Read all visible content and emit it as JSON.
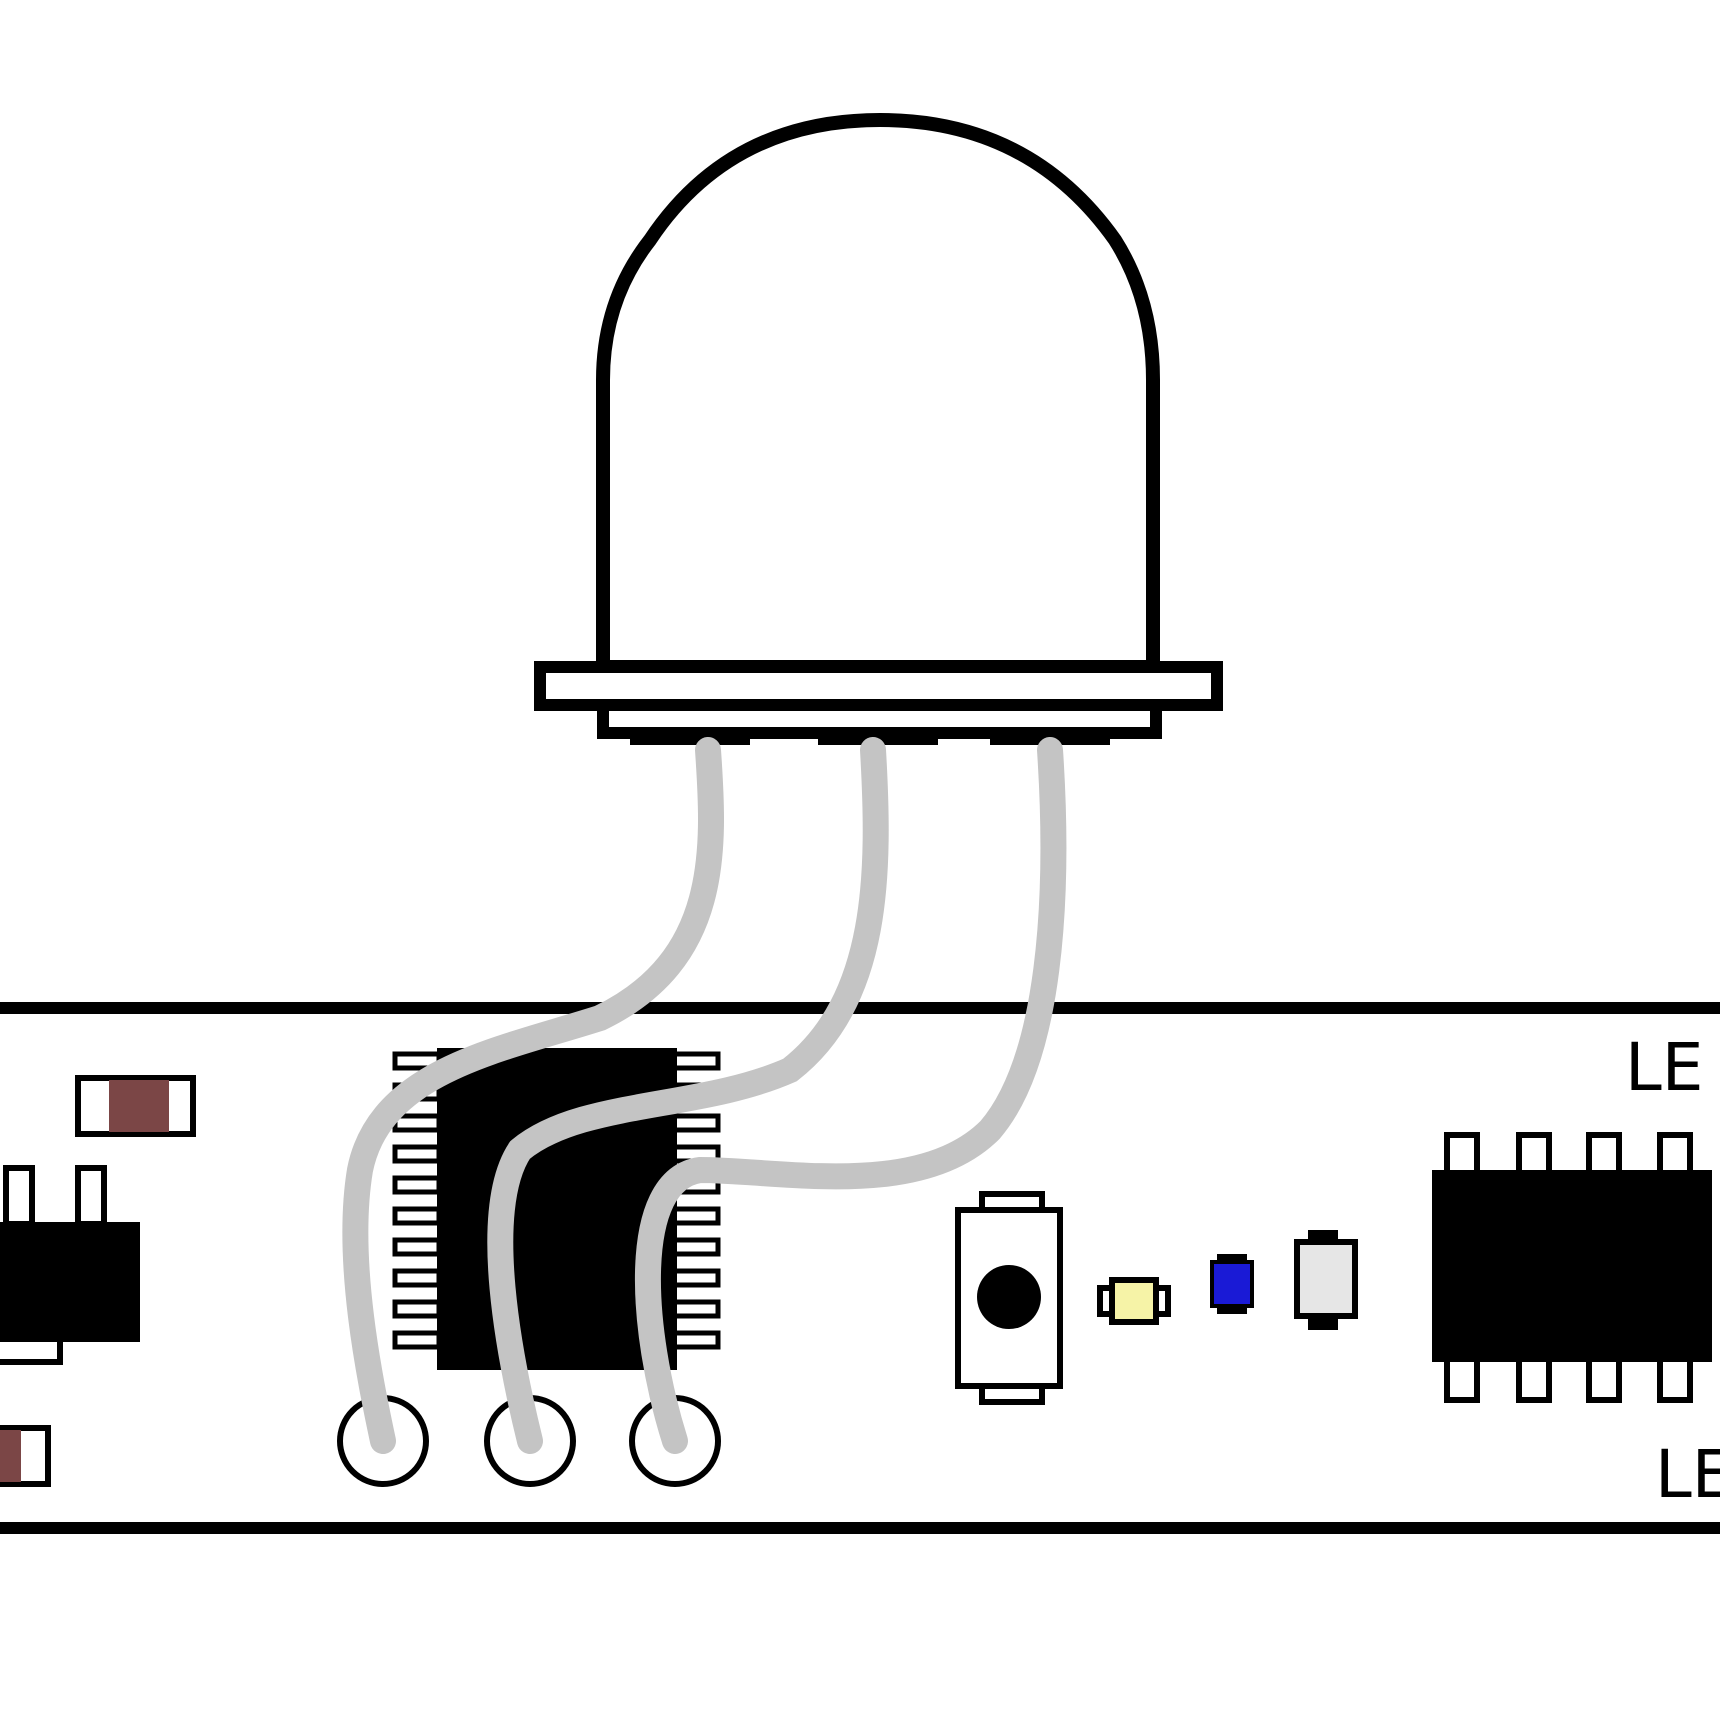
{
  "diagram": {
    "board": {
      "label_top": "LE",
      "label_bottom": "LE"
    },
    "components": {
      "led_bulb": "large-led-bulb",
      "wires": [
        "wire-1",
        "wire-2",
        "wire-3"
      ],
      "ic_main": "tssop-ic",
      "ic_right": "dip8-ic",
      "transistor": "sot-transistor",
      "button": "tactile-button",
      "smd_leds": [
        "yellow-smd-led",
        "blue-smd-led",
        "white-smd-led"
      ]
    },
    "colors": {
      "outline": "#000000",
      "wire": "#c4c4c4",
      "resistor_body": "#7b4646",
      "led_yellow": "#f6f3a7",
      "led_blue": "#1a1ad6",
      "led_white": "#e6e6e6"
    }
  }
}
